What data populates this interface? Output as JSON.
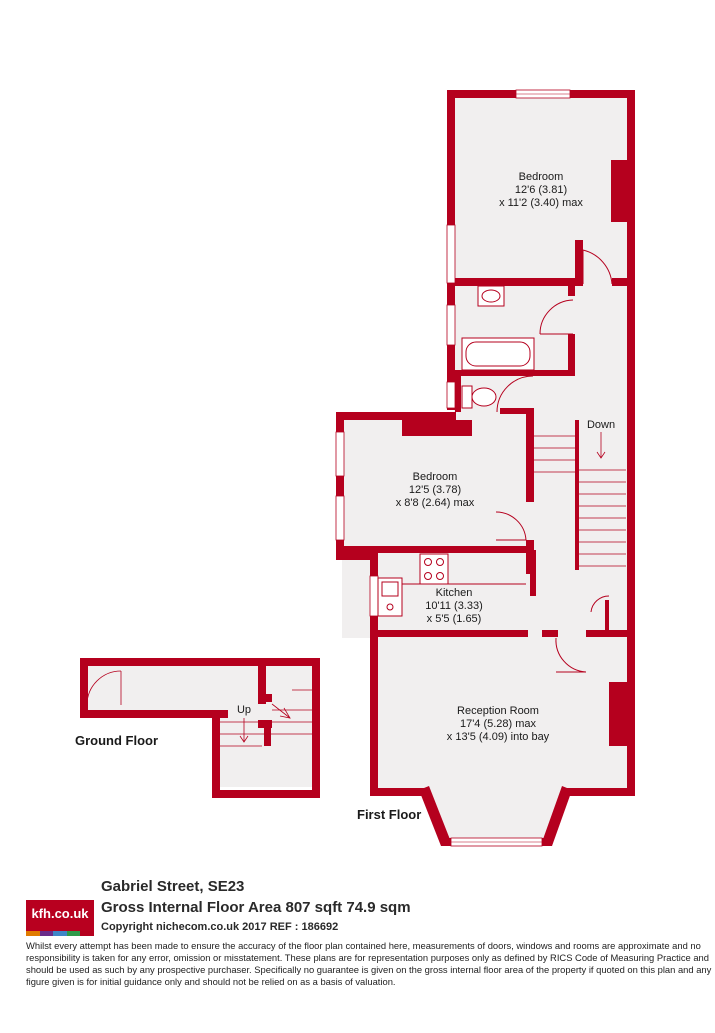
{
  "rooms": {
    "bedroom1": {
      "name": "Bedroom",
      "dim1": "12'6 (3.81)",
      "dim2": "x 11'2 (3.40) max"
    },
    "bedroom2": {
      "name": "Bedroom",
      "dim1": "12'5 (3.78)",
      "dim2": "x 8'8 (2.64) max"
    },
    "kitchen": {
      "name": "Kitchen",
      "dim1": "10'11 (3.33)",
      "dim2": "x 5'5 (1.65)"
    },
    "reception": {
      "name": "Reception Room",
      "dim1": "17'4 (5.28) max",
      "dim2": "x 13'5 (4.09) into bay"
    }
  },
  "stairs": {
    "down": "Down",
    "up": "Up"
  },
  "floors": {
    "first": "First Floor",
    "ground": "Ground Floor"
  },
  "footer": {
    "address": "Gabriel Street, SE23",
    "area": "Gross Internal Floor Area 807 sqft 74.9 sqm",
    "copyright": "Copyright nichecom.co.uk 2017 REF : 186692",
    "disclaimer": "Whilst every attempt has been made to ensure the accuracy of the floor plan contained here, measurements of doors, windows and rooms are approximate and no responsibility is taken for any error, omission or misstatement.  These plans are for representation purposes only as defined by RICS Code of Measuring Practice and should be used as such by any prospective purchaser.  Specifically no guarantee is given on the gross internal floor area of the property if quoted on this plan and any figure given is for initial guidance only and should not be relied on as a basis of valuation.",
    "logo": "kfh.co.uk"
  },
  "colors": {
    "wall": "#b5001e",
    "floor": "#f1efef",
    "logo_strip": [
      "#e07b00",
      "#6a2c8a",
      "#3f86c7",
      "#2f9a4a",
      "#b5001e"
    ]
  }
}
